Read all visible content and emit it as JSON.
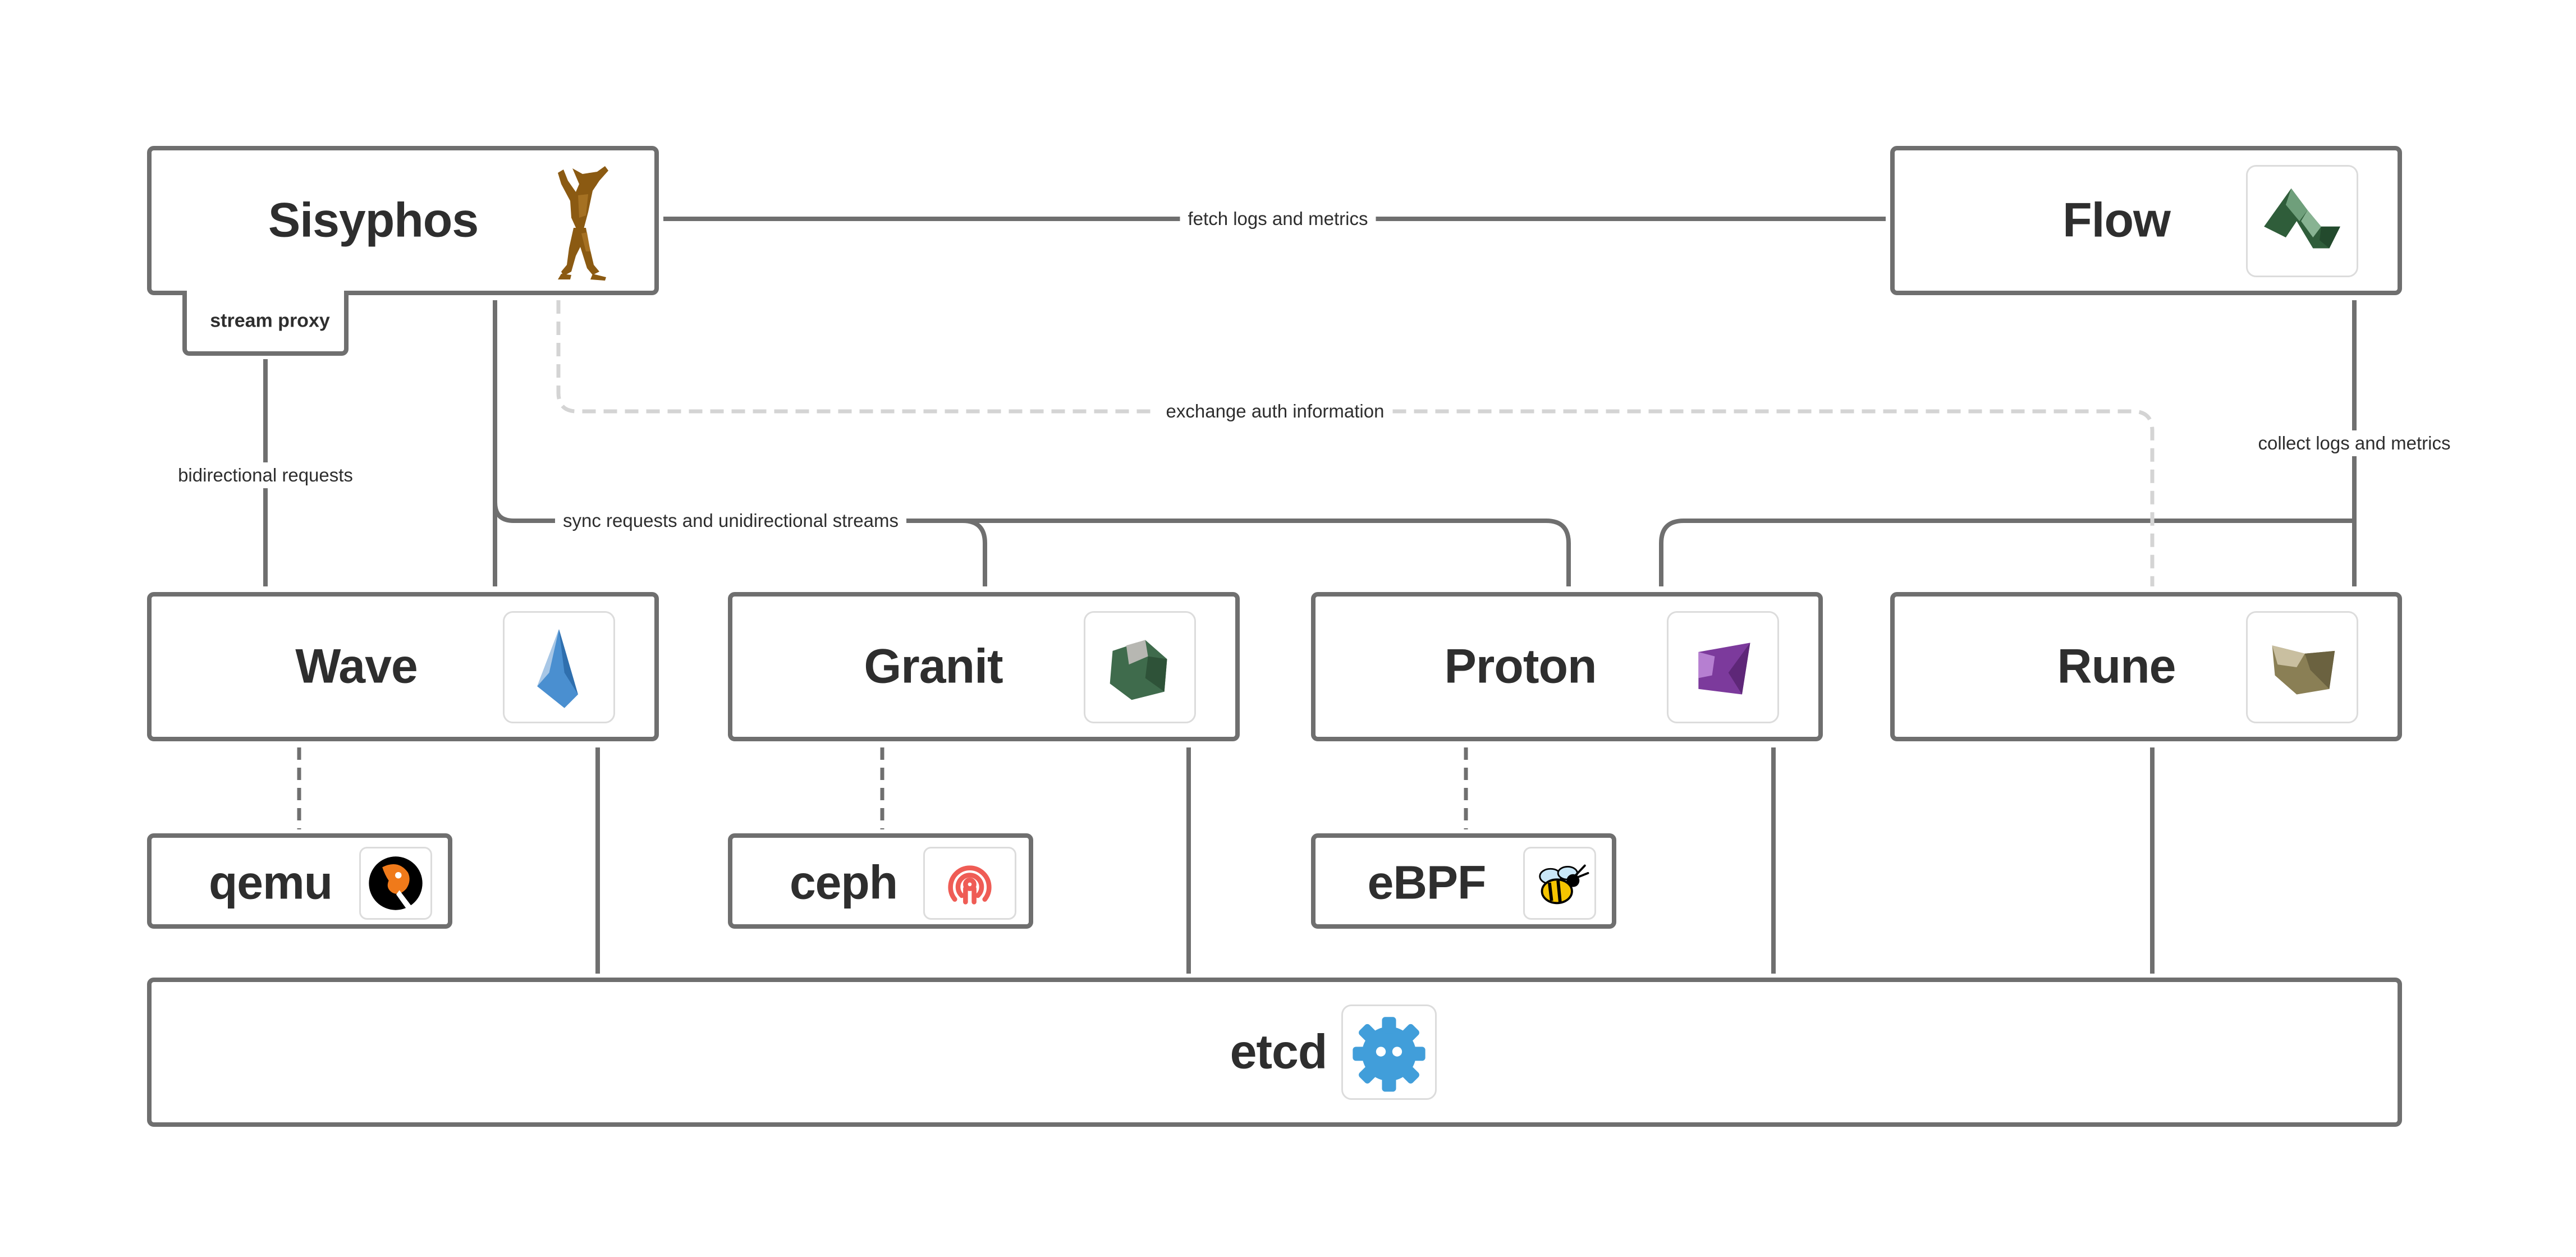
{
  "nodes": {
    "sisyphos": {
      "name": "Sisyphos",
      "icon": "sisyphus-statue-icon"
    },
    "flow": {
      "name": "Flow",
      "icon": "flow-logo-icon"
    },
    "wave": {
      "name": "Wave",
      "icon": "wave-crystal-icon"
    },
    "granit": {
      "name": "Granit",
      "icon": "granite-rock-icon"
    },
    "proton": {
      "name": "Proton",
      "icon": "proton-gem-icon"
    },
    "rune": {
      "name": "Rune",
      "icon": "rune-stone-icon"
    },
    "qemu": {
      "name": "qemu",
      "icon": "qemu-logo-icon"
    },
    "ceph": {
      "name": "ceph",
      "icon": "ceph-logo-icon"
    },
    "ebpf": {
      "name": "eBPF",
      "icon": "ebpf-bee-icon"
    },
    "etcd": {
      "name": "etcd",
      "icon": "etcd-logo-icon"
    },
    "stream_proxy": {
      "name": "stream proxy"
    }
  },
  "edges": {
    "fetch_logs": "fetch logs and metrics",
    "exchange_auth": "exchange auth information",
    "collect_logs": "collect logs and metrics",
    "bidirectional": "bidirectional requests",
    "sync_requests": "sync requests and unidirectional streams"
  },
  "colors": {
    "line": "#6f6f6f",
    "dashed_auth": "#d4d4d4",
    "text": "#2e2e2e",
    "etcd_blue": "#419eda",
    "ceph_red": "#ef5c55",
    "proton_purple": "#7c3a9c",
    "granit_green": "#3f6b4c",
    "wave_blue": "#4a8fd0",
    "rune_olive": "#8a7f55",
    "sisyphos_bronze": "#8b5a12"
  }
}
